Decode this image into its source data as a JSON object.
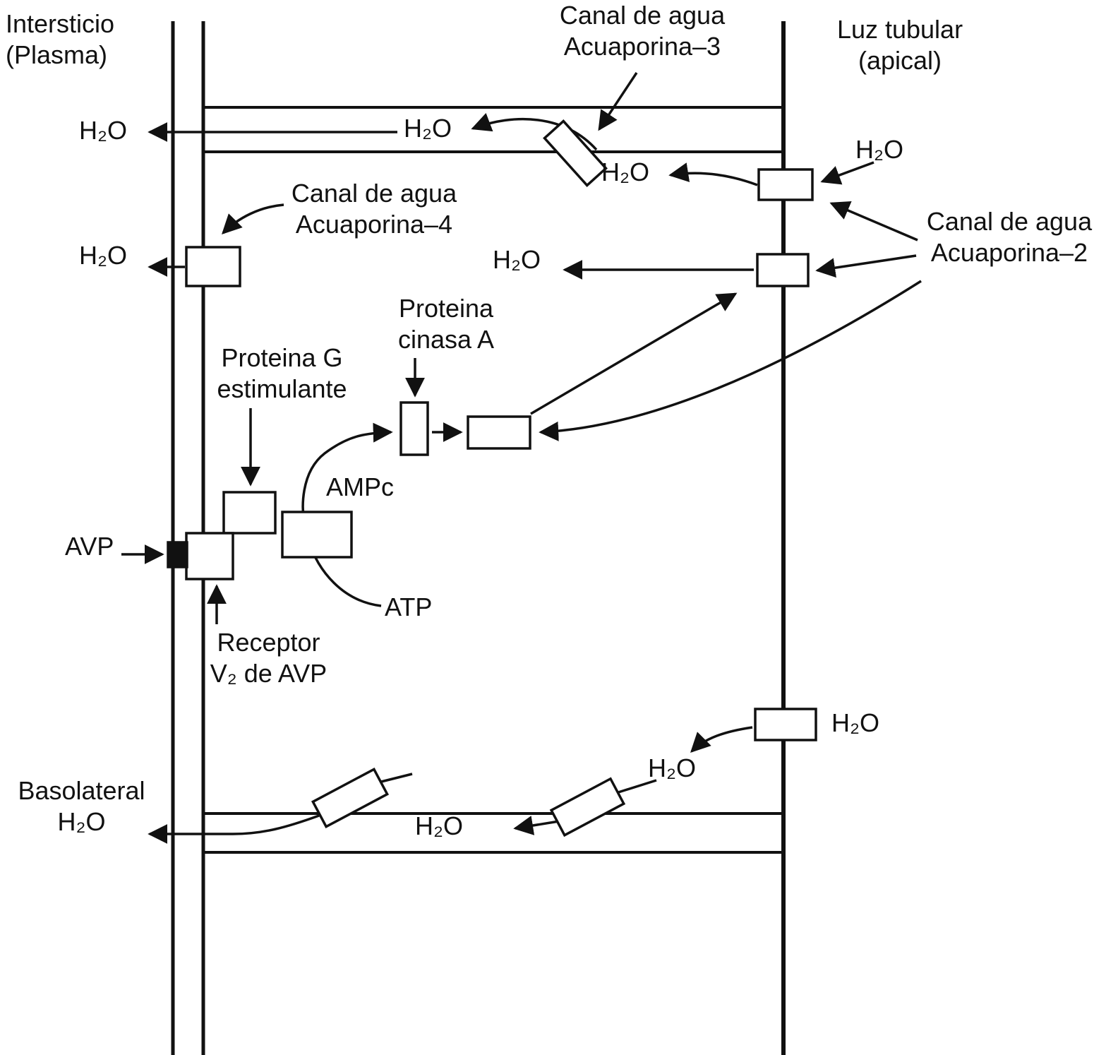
{
  "diagram": {
    "regions": {
      "interstitium": "Intersticio\n(Plasma)",
      "lumen": "Luz tubular\n(apical)",
      "basolateral": "Basolateral\nH₂O"
    },
    "channels": {
      "aqp3": "Canal de agua\nAcuaporina–3",
      "aqp4": "Canal de agua\nAcuaporina–4",
      "aqp2": "Canal de agua\nAcuaporina–2"
    },
    "signaling": {
      "pka": "Proteina\ncinasa A",
      "g_protein": "Proteina G\nestimulante",
      "ampc": "AMPc",
      "atp": "ATP",
      "avp": "AVP",
      "receptor": "Receptor\nV₂ de AVP"
    },
    "water": "H₂O",
    "colors": {
      "ink": "#111111",
      "background": "#ffffff"
    }
  }
}
